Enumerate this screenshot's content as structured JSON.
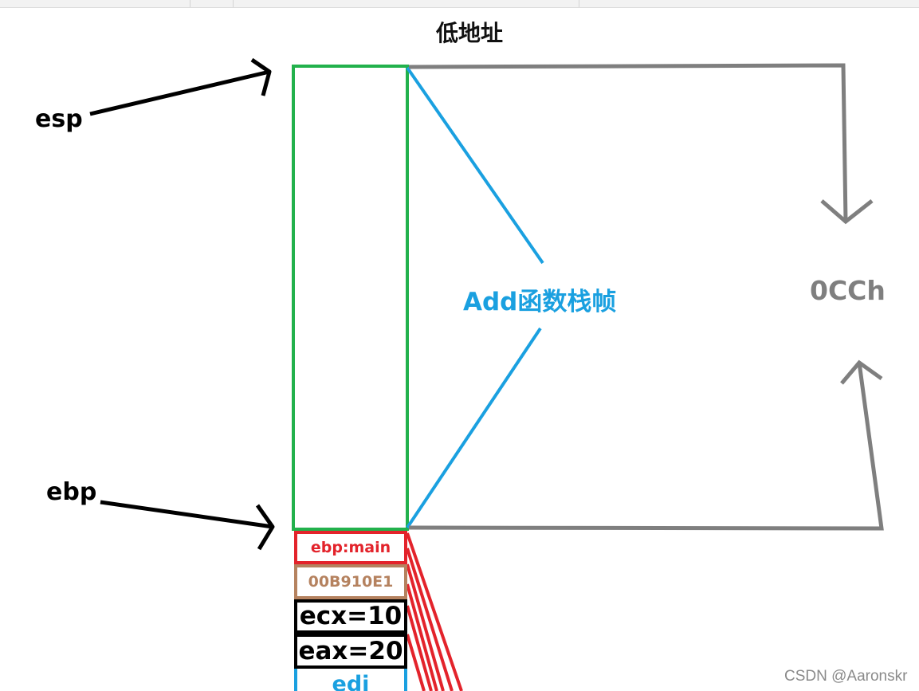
{
  "title": "低地址",
  "pointers": {
    "esp": "esp",
    "ebp": "ebp"
  },
  "frame_label": "Add函数栈帧",
  "frame_size": "0CCh",
  "stack_cells": {
    "saved_ebp": "ebp:main",
    "return_address": "00B910E1",
    "ecx": "ecx=10",
    "eax": "eax=20",
    "edi": "edi"
  },
  "watermark": "CSDN @Aaronskr",
  "colors": {
    "frame_border": "#22b14c",
    "frame_label": "#1aa0e0",
    "size_bracket": "#7f7f7f",
    "saved_ebp": "#e3232b",
    "return_address": "#b5825f",
    "register_cells": "#000000",
    "edi": "#1aa0e0"
  }
}
